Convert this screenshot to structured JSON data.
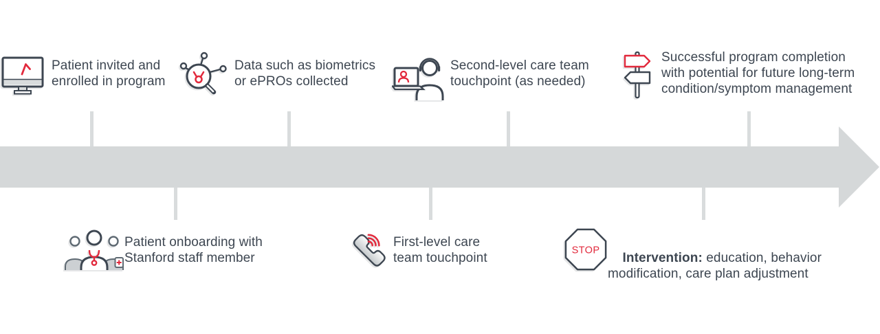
{
  "diagram": {
    "name": "remote-care-program-timeline",
    "colors": {
      "arrow": "#d5d8d9",
      "connector": "#d9dcdd",
      "text": "#3d4651",
      "accent_red": "#e2293c",
      "icon_gray_fill": "#ccd0d3"
    },
    "top_steps": [
      {
        "icon": "monitor-icon",
        "lines": [
          "Patient invited and",
          "enrolled in program"
        ]
      },
      {
        "icon": "biometrics-magnifier-icon",
        "lines": [
          "Data such as biometrics",
          "or ePROs collected"
        ]
      },
      {
        "icon": "telehealth-agent-icon",
        "lines": [
          "Second-level care team",
          "touchpoint (as needed)"
        ]
      },
      {
        "icon": "signpost-icon",
        "lines": [
          "Successful program completion",
          "with potential for future long-term",
          "condition/symptom management"
        ]
      }
    ],
    "bottom_steps": [
      {
        "icon": "care-team-group-icon",
        "lines": [
          "Patient onboarding with",
          "Stanford staff member"
        ]
      },
      {
        "icon": "phone-call-icon",
        "lines": [
          "First-level care",
          "team touchpoint"
        ]
      },
      {
        "icon": "stop-sign-icon",
        "label_bold": "Intervention:",
        "label_rest": " education, behavior\nmodification, care plan adjustment"
      }
    ],
    "stop_sign_text": "STOP"
  }
}
